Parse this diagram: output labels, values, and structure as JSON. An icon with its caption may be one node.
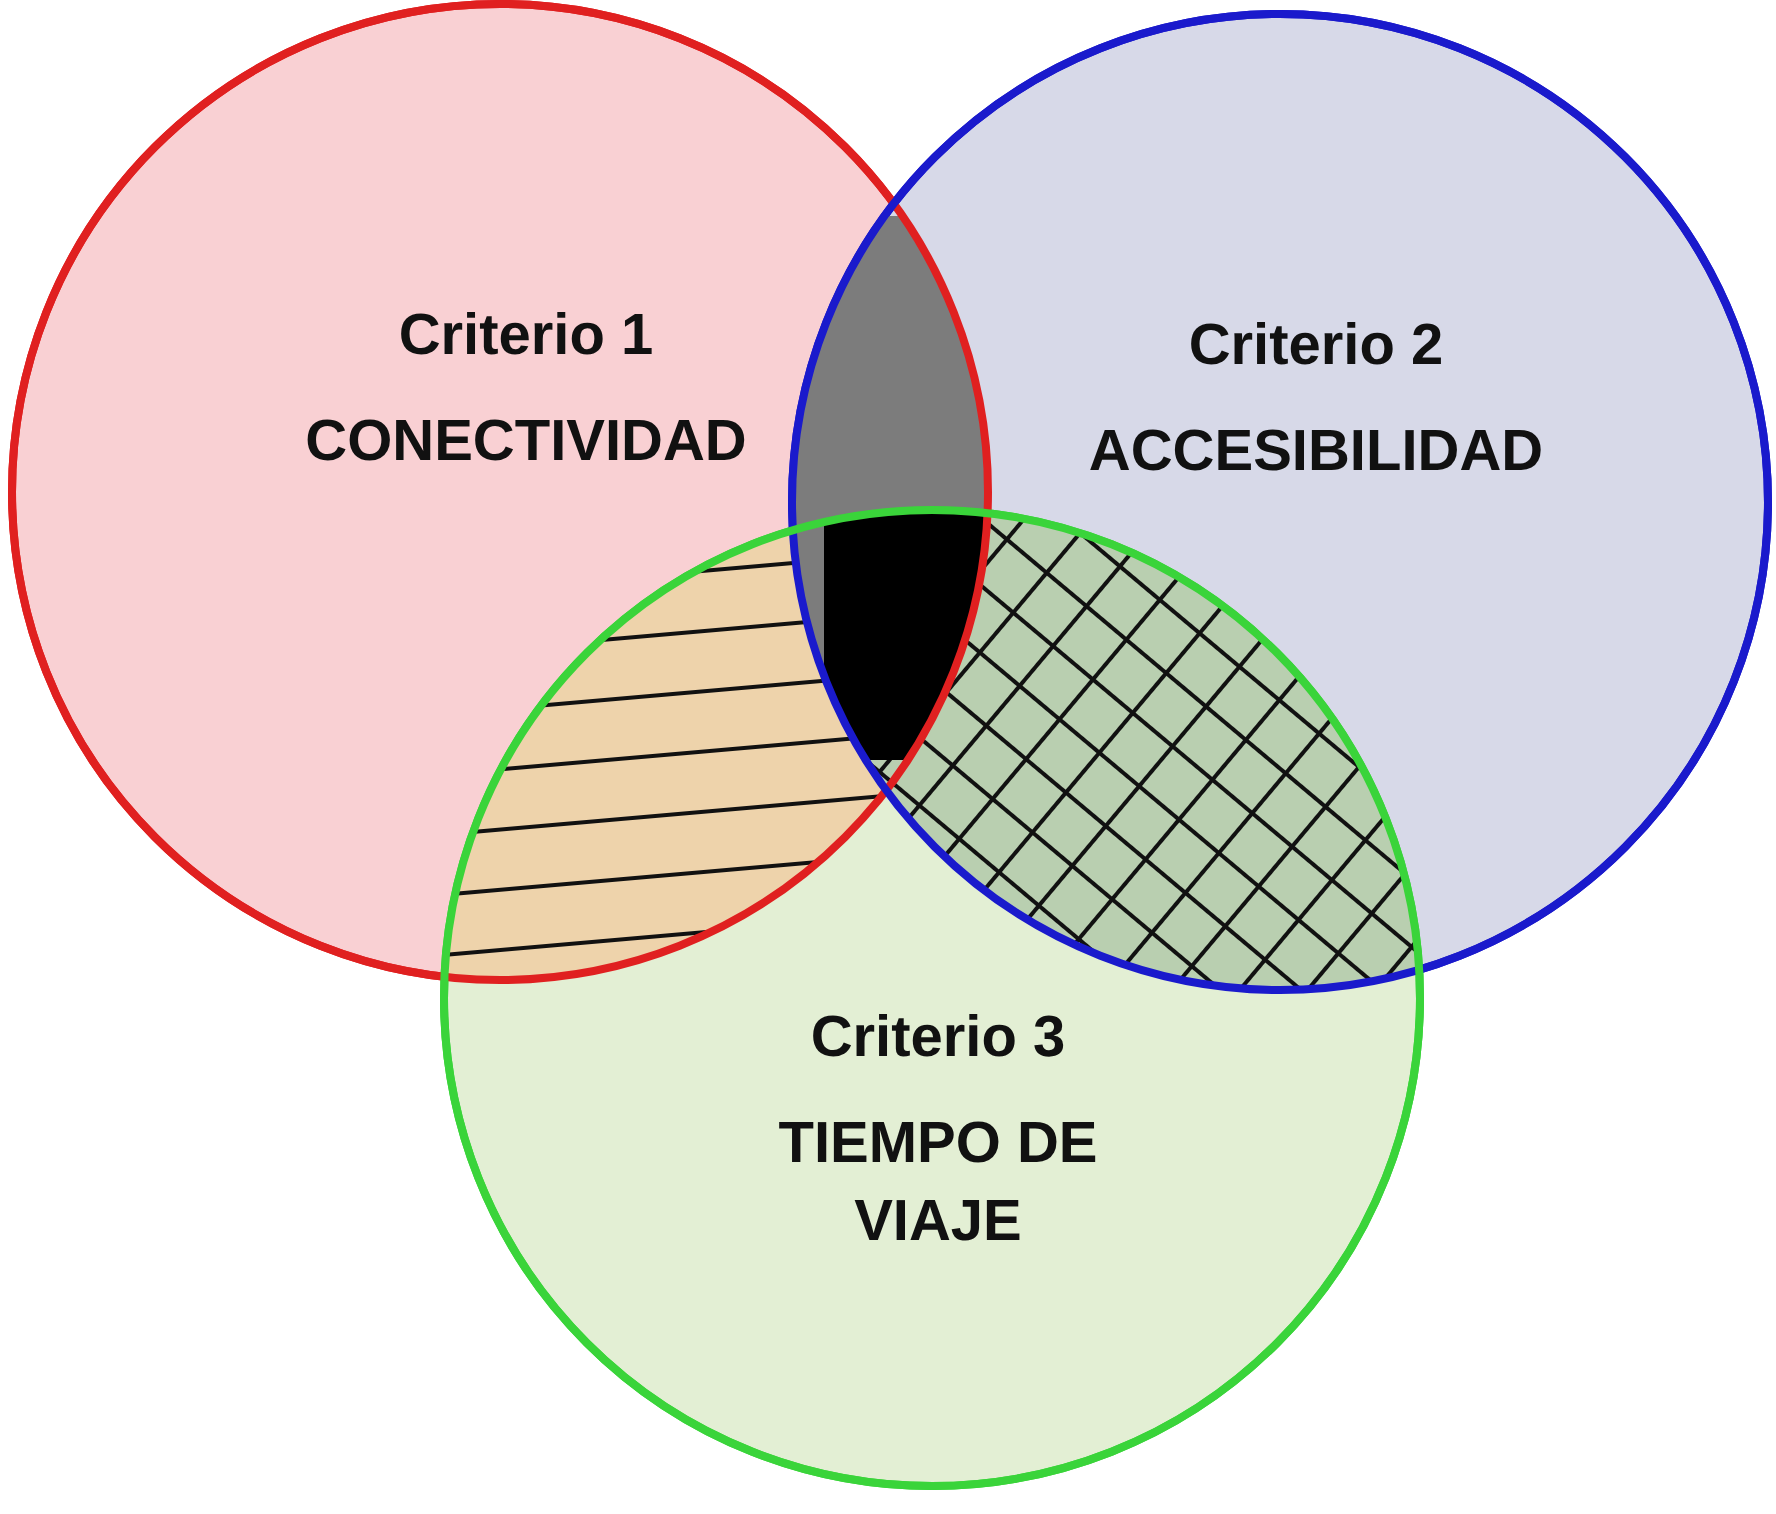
{
  "diagram": {
    "nodes": [
      {
        "text": [
          "Criterio 1",
          "CONECTIVIDAD"
        ]
      },
      {
        "text": [
          "Criterio 2",
          "ACCESIBILIDAD"
        ]
      },
      {
        "text": [
          "Criterio 3",
          "TIEMPO DE VIAJE"
        ]
      }
    ],
    "edges": []
  }
}
